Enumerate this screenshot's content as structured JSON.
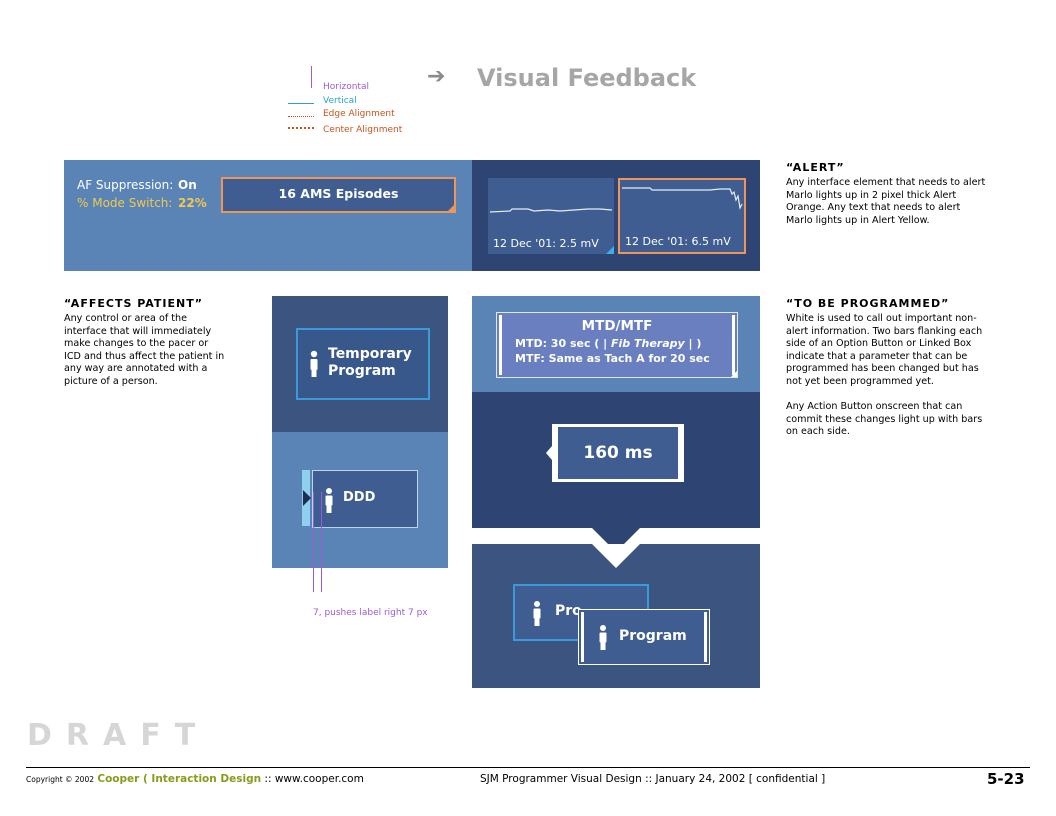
{
  "header": {
    "title": "Visual Feedback",
    "legend": [
      {
        "label": "Horizontal",
        "color": "#9a5bd6"
      },
      {
        "label": "Vertical",
        "color": "#2aa3c7"
      },
      {
        "label": "Edge Alignment",
        "color": "#c8541c"
      },
      {
        "label": "Center Alignment",
        "color": "#c8541c"
      }
    ]
  },
  "alert_panel": {
    "af_label": "AF Suppression:",
    "af_value": "On",
    "mode_label": "% Mode Switch:",
    "mode_value": "22%",
    "episodes_button": "16 AMS Episodes",
    "wave1_label": "12 Dec '01: 2.5 mV",
    "wave2_label": "12 Dec '01: 6.5 mV"
  },
  "annotations": {
    "alert_title": "“ALERT”",
    "alert_body": "Any interface element that needs to alert\nMarlo lights up in 2 pixel thick Alert\nOrange. Any text that needs to alert\nMarlo lights up in Alert Yellow.",
    "affects_title": "“AFFECTS PATIENT”",
    "affects_body": "Any control or area of the\ninterface that will immediately\nmake changes to the pacer or\nICD and thus affect the patient in\nany way are annotated with a\npicture of a person.",
    "programmed_title": "“TO BE PROGRAMMED”",
    "programmed_body": "White is used to call out important non-\nalert information. Two bars flanking each\nside of an Option Button or Linked Box\nindicate that a parameter that can be\nprogrammed has been changed but has\nnot yet been programmed yet.\n\nAny Action Button onscreen that can\ncommit these changes light up with bars\non each side.",
    "push_note": "7, pushes label right 7 px"
  },
  "patient_panel": {
    "temp_line1": "Temporary",
    "temp_line2": "Program",
    "ddd_label": "DDD"
  },
  "program_panel": {
    "mtd_title": "MTD/MTF",
    "mtd_line1_prefix": "MTD: 30 sec ( | ",
    "mtd_line1_italic": "Fib Therapy",
    "mtd_line1_suffix": " | )",
    "mtd_line2": "MTF: Same as Tach A for 20 sec",
    "ms_value": "160 ms",
    "prog_back_label": "Pro",
    "prog_front_label": "Program"
  },
  "footer": {
    "copyright_prefix": "Copyright © 2002",
    "company": "Cooper ( Interaction Design",
    "site": ":: www.cooper.com",
    "center": "SJM Programmer Visual Design :: January 24, 2002 [ confidential ]",
    "page_number": "5-23",
    "draft": "DRAFT"
  }
}
